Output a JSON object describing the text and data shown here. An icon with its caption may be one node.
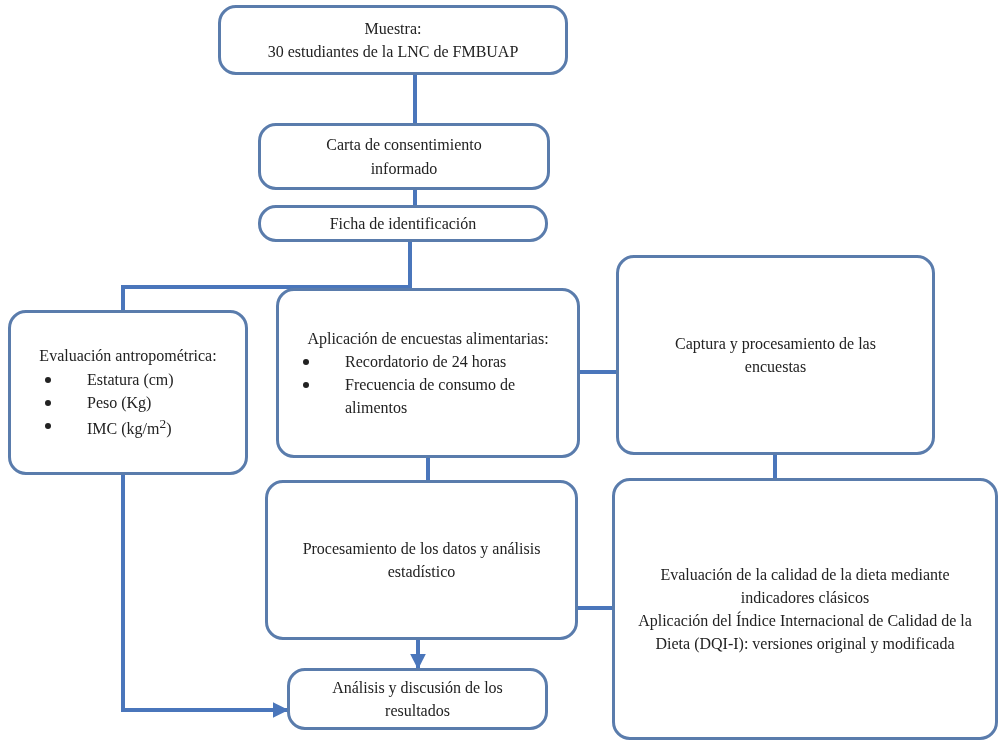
{
  "diagram": {
    "nodes": [
      {
        "text": [
          "Muestra:",
          "30 estudiantes de la LNC de FMBUAP"
        ]
      },
      {
        "text": [
          "Carta de consentimiento informado"
        ]
      },
      {
        "text": [
          "Ficha de identificación"
        ]
      },
      {
        "text": [
          "Evaluación antropométrica:",
          "Estatura (cm)",
          "Peso (Kg)",
          "IMC (kg/m$^{2}$)"
        ]
      },
      {
        "text": [
          "Aplicación de encuestas alimentarias:",
          "Recordatorio de 24 horas",
          "Frecuencia de consumo de alimentos"
        ]
      },
      {
        "text": [
          "Captura y procesamiento de las encuestas"
        ]
      },
      {
        "text": [
          "Procesamiento de los datos y análisis estadístico"
        ]
      },
      {
        "text": [
          "Evaluación de la calidad de la dieta mediante indicadores clásicos",
          "Aplicación del Índice Internacional de Calidad de la Dieta (DQI-I): versiones original y modificada"
        ]
      },
      {
        "text": [
          "Análisis y discusión de los resultados"
        ]
      }
    ],
    "edges": [
      {
        "from": 0,
        "to": 1,
        "arrow": "none"
      },
      {
        "from": 1,
        "to": 2,
        "arrow": "none"
      },
      {
        "from": 2,
        "to": 3,
        "arrow": "none"
      },
      {
        "from": 2,
        "to": 4,
        "arrow": "none"
      },
      {
        "from": 4,
        "to": 5,
        "arrow": "none"
      },
      {
        "from": 4,
        "to": 6,
        "arrow": "none"
      },
      {
        "from": 5,
        "to": 7,
        "arrow": "none"
      },
      {
        "from": 7,
        "to": 6,
        "arrow": "none"
      },
      {
        "from": 6,
        "to": 8,
        "arrow": "to"
      },
      {
        "from": 3,
        "to": 8,
        "arrow": "to"
      }
    ]
  }
}
